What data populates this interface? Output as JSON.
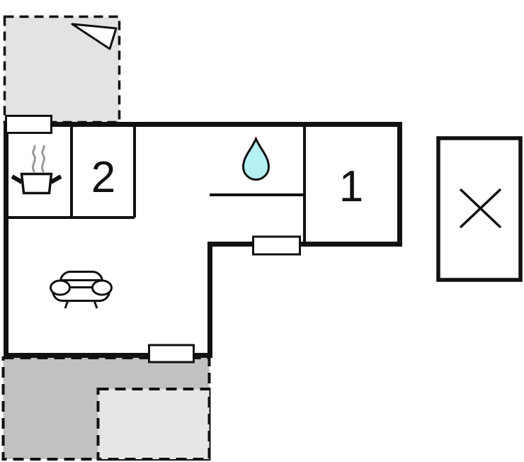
{
  "floorplan": {
    "room_labels": {
      "bedroom_2": "2",
      "bedroom_1": "1"
    },
    "icons": {
      "terrace_pointer": "triangle-direction-arrow",
      "kitchen": "cooking-pot-with-steam",
      "bathroom": "water-drop",
      "living_room": "sofa",
      "annex": "diagonal-cross"
    },
    "colors": {
      "terrace_fill": "#e3e3e3",
      "patio_dark_fill": "#c1c1c1",
      "patio_light_fill": "#e6e6e6",
      "water_drop_fill": "#b5f1f2",
      "wall": "#111111",
      "steam": "#999999"
    }
  }
}
